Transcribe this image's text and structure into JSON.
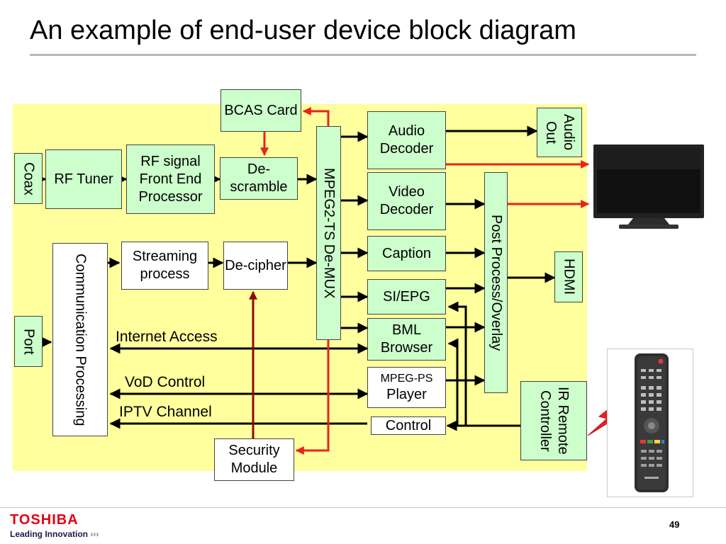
{
  "title": "An example of end-user device block diagram",
  "blocks": {
    "coax": "Coax",
    "rf_tuner": "RF Tuner",
    "rf_front_end": "RF signal Front End Processor",
    "descramble": "De-scramble",
    "bcas_card": "BCAS Card",
    "demux": "MPEG2-TS De-MUX",
    "audio_decoder": "Audio Decoder",
    "video_decoder": "Video Decoder",
    "caption": "Caption",
    "si_epg": "SI/EPG",
    "bml_browser": "BML Browser",
    "mpeg_ps_top": "MPEG-PS",
    "mpeg_ps_bottom": "Player",
    "control": "Control",
    "post_process": "Post Process/Overlay",
    "audio_out": "Audio Out",
    "hdmi": "HDMI",
    "ir_remote": "IR Remote Controller",
    "port": "Port",
    "comm_processing": "Communication Processing",
    "streaming": "Streaming process",
    "decipher": "De-cipher",
    "security_module": "Security Module"
  },
  "labels": {
    "internet_access": "Internet Access",
    "vod_control": "VoD Control",
    "iptv_channel": "IPTV Channel"
  },
  "colors": {
    "box_green": "#ccffcc",
    "panel_yellow": "#ffff9e",
    "red_line": "#e8231c",
    "dark_red_line": "#8b0a0a"
  },
  "footer": {
    "brand": "TOSHIBA",
    "tagline": "Leading Innovation",
    "page_number": "49"
  }
}
